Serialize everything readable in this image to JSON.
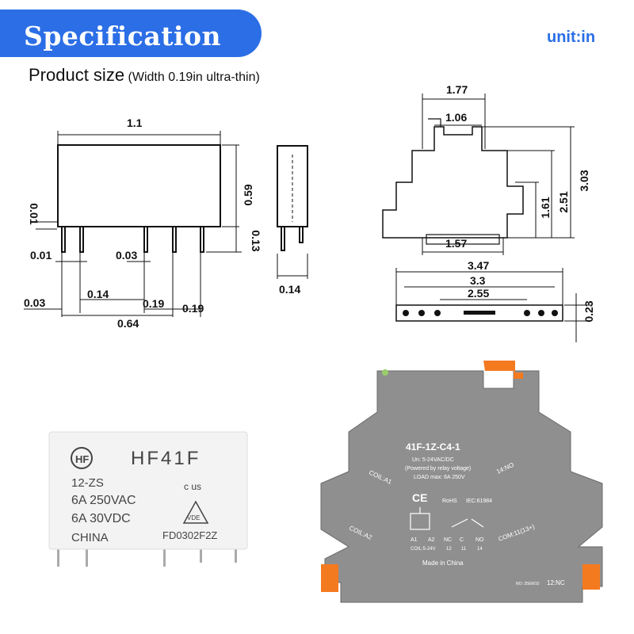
{
  "header": {
    "title": "Specification",
    "unit": "unit:in"
  },
  "subtitle": {
    "main": "Product size",
    "note": "(Width 0.19in ultra-thin)"
  },
  "relay_front_dims": {
    "width": "1.1",
    "height": "0.59",
    "pin_len": "0.13",
    "offset": "0.01",
    "pin_off": "0.01",
    "pin_w": "0.03",
    "edge": "0.03",
    "pitch1": "0.14",
    "pitch2": "0.19",
    "pitch3": "0.19",
    "total": "0.64"
  },
  "relay_side_dims": {
    "thickness": "0.14"
  },
  "socket_dims": {
    "top_width": "1.77",
    "top_inner": "1.06",
    "height_total": "3.03",
    "height_mid": "2.51",
    "height_low": "1.61",
    "base_inner": "1.57",
    "bottom_total": "3.47",
    "bottom_mid": "3.3",
    "bottom_inner": "2.55",
    "bottom_height": "0.23"
  },
  "relay_label": {
    "brand": "HF",
    "model": "HF41F",
    "line1": "12-ZS",
    "line2": "6A 250VAC",
    "line3": "6A 30VDC",
    "line4": "CHINA",
    "cert_ul": "c  us",
    "cert_vde": "VDE",
    "code": "FD0302F2Z"
  },
  "socket_label": {
    "model": "41F-1Z-C4-1",
    "un": "Un: 5-24VAC/DC",
    "powered": "(Powered by relay voltage)",
    "load": "LOAD max: 6A 250V",
    "ce": "CE",
    "rohs": "RoHS",
    "iec": "IEC:61984",
    "coil_a1": "COIL:A1",
    "coil_a2": "COIL:A2",
    "no14": "14:NO",
    "com": "COM:11(13+)",
    "nc12": "12:NC",
    "t_a1": "A1",
    "t_a2": "A2",
    "t_nc": "NC",
    "t_c": "C",
    "t_no": "NO",
    "coil_range": "COIL:5-24V",
    "n12": "12",
    "n11": "11",
    "n14": "14",
    "made": "Made in China",
    "no": "NO: 25EW10"
  },
  "colors": {
    "accent": "#2b6ee6",
    "socket_grey": "#8a8a8a",
    "terminal_orange": "#f47a20"
  }
}
